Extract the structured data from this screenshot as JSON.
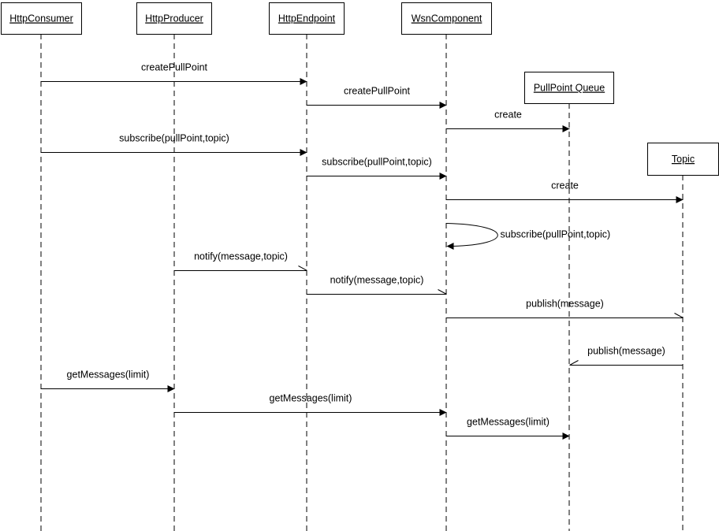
{
  "participants": [
    {
      "id": "consumer",
      "label": "HttpConsumer"
    },
    {
      "id": "producer",
      "label": "HttpProducer"
    },
    {
      "id": "endpoint",
      "label": "HttpEndpoint"
    },
    {
      "id": "wsn",
      "label": "WsnComponent"
    },
    {
      "id": "queue",
      "label": "PullPoint Queue"
    },
    {
      "id": "topic",
      "label": "Topic"
    }
  ],
  "messages": [
    {
      "from": "consumer",
      "to": "endpoint",
      "label": "createPullPoint",
      "arrow": "filled"
    },
    {
      "from": "endpoint",
      "to": "wsn",
      "label": "createPullPoint",
      "arrow": "filled"
    },
    {
      "from": "wsn",
      "to": "queue",
      "label": "create",
      "arrow": "filled"
    },
    {
      "from": "consumer",
      "to": "endpoint",
      "label": "subscribe(pullPoint,topic)",
      "arrow": "filled"
    },
    {
      "from": "endpoint",
      "to": "wsn",
      "label": "subscribe(pullPoint,topic)",
      "arrow": "filled"
    },
    {
      "from": "wsn",
      "to": "topic",
      "label": "create",
      "arrow": "filled"
    },
    {
      "from": "wsn",
      "to": "wsn",
      "label": "subscribe(pullPoint,topic)",
      "arrow": "filled"
    },
    {
      "from": "producer",
      "to": "endpoint",
      "label": "notify(message,topic)",
      "arrow": "half"
    },
    {
      "from": "endpoint",
      "to": "wsn",
      "label": "notify(message,topic)",
      "arrow": "half"
    },
    {
      "from": "wsn",
      "to": "topic",
      "label": "publish(message)",
      "arrow": "half"
    },
    {
      "from": "topic",
      "to": "queue",
      "label": "publish(message)",
      "arrow": "half"
    },
    {
      "from": "consumer",
      "to": "producer",
      "label": "getMessages(limit)",
      "arrow": "filled"
    },
    {
      "from": "producer",
      "to": "wsn",
      "label": "getMessages(limit)",
      "arrow": "filled"
    },
    {
      "from": "wsn",
      "to": "queue",
      "label": "getMessages(limit)",
      "arrow": "filled"
    }
  ]
}
